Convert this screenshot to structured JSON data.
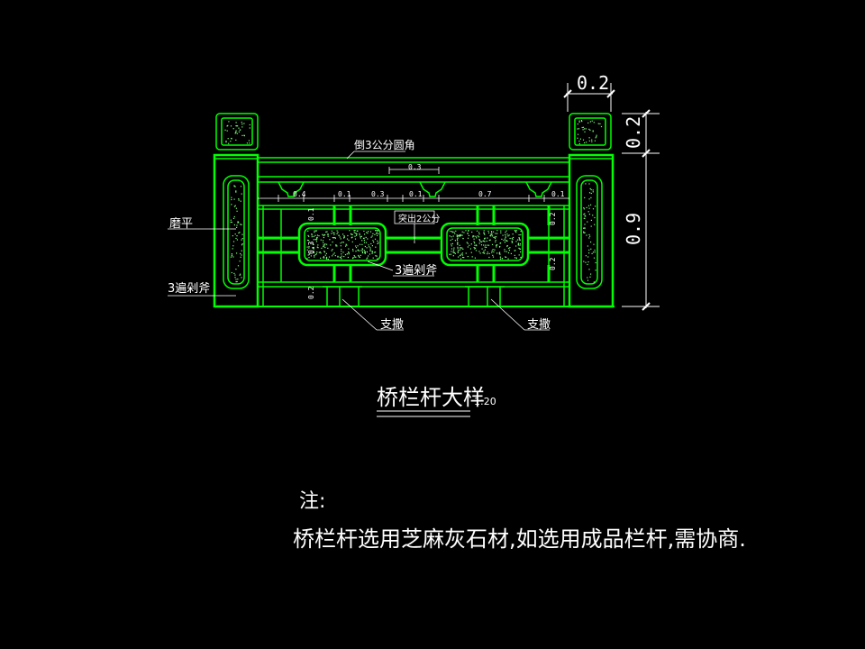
{
  "colors": {
    "background": "#000000",
    "stone_line": "#00ff00",
    "speckle": "#7dff7d",
    "text": "#ffffff"
  },
  "dimensions": {
    "top_width": "0.2",
    "right_top": "0.2",
    "right_height": "0.9",
    "rail_spacing": [
      "0.3",
      "0.4",
      "0.1",
      "0.3",
      "0.1",
      "0.7",
      "0.1"
    ],
    "left_side": [
      "0.1",
      "0.3",
      "0.2"
    ],
    "right_side": [
      "0.2",
      "0.2"
    ]
  },
  "labels": {
    "chamfer": "倒3公分圆角",
    "curve_top": "突出2公分",
    "grind_flat": "磨平",
    "three_pass_left": "3遍剁斧",
    "three_pass_center": "3遍剁斧",
    "support_left": "支撒",
    "support_right": "支撒"
  },
  "title": {
    "main": "桥栏杆大样",
    "scale": "1:20"
  },
  "notes": {
    "heading": "注:",
    "body": "桥栏杆选用芝麻灰石材,如选用成品栏杆,需协商."
  }
}
